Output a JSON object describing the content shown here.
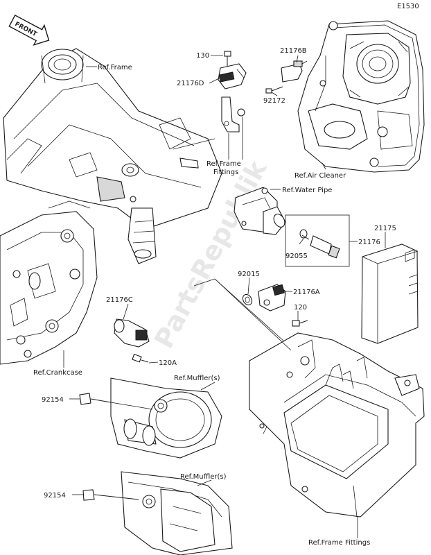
{
  "diagram_code": "E1530",
  "front_label": "FRONT",
  "watermark": "PartsRepublik",
  "labels": {
    "ref_frame": "Ref.Frame",
    "p130": "130",
    "p21176B": "21176B",
    "p21176D_top": "21176D",
    "p92172": "92172",
    "ref_frame_fittings_a": "Ref.Frame",
    "ref_frame_fittings_b": "Fittings",
    "ref_air_cleaner": "Ref.Air Cleaner",
    "ref_water_pipe": "Ref.Water Pipe",
    "p21175": "21175",
    "p21176": "21176",
    "p92055": "92055",
    "p92015": "92015",
    "p21176A": "21176A",
    "p120": "120",
    "p21176C": "21176C",
    "p120A": "120A",
    "ref_crankcase": "Ref.Crankcase",
    "ref_muffler_1": "Ref.Muffler(s)",
    "p92154_1": "92154",
    "ref_muffler_2": "Ref.Muffler(s)",
    "p92154_2": "92154",
    "ref_frame_fittings_bottom": "Ref.Frame Fittings"
  }
}
